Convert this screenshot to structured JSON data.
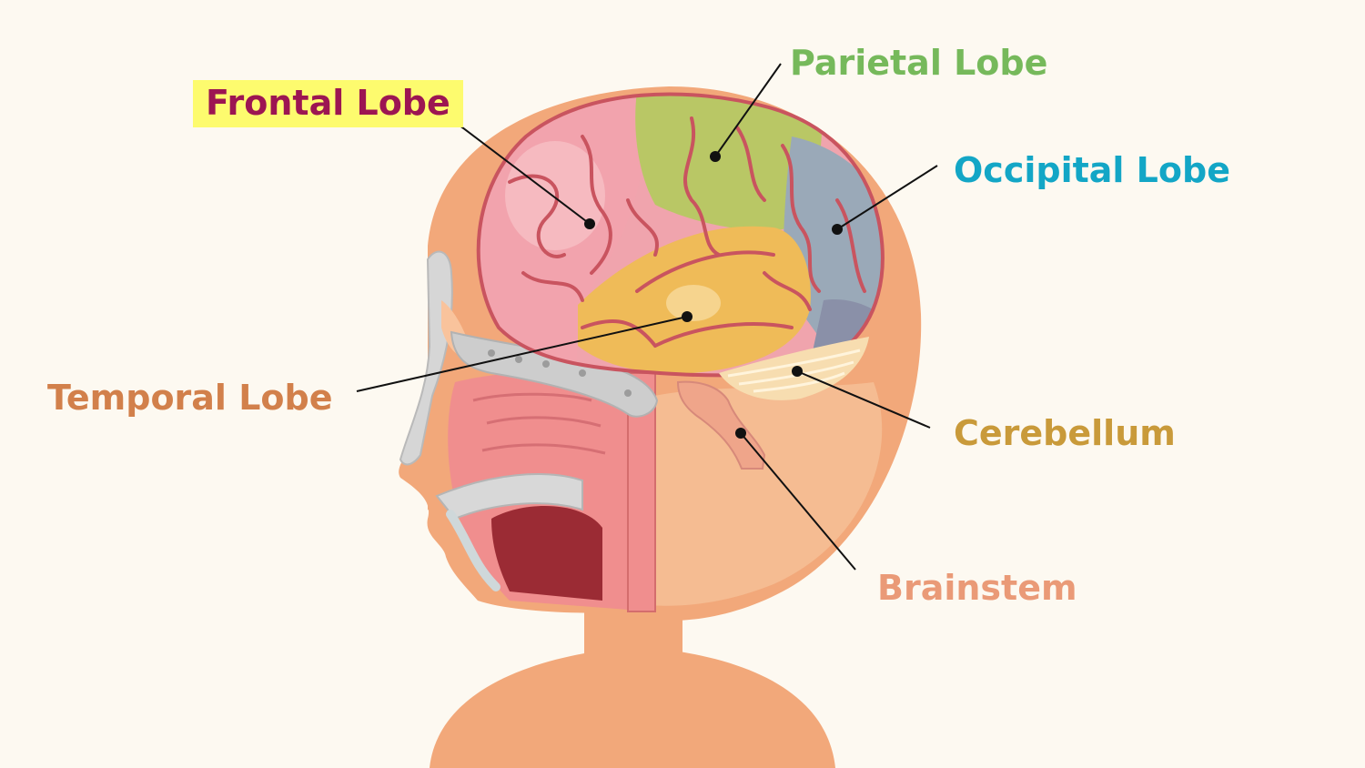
{
  "labels": {
    "frontal": "Frontal Lobe",
    "parietal": "Parietal Lobe",
    "occipital": "Occipital Lobe",
    "temporal": "Temporal Lobe",
    "cerebellum": "Cerebellum",
    "brainstem": "Brainstem"
  },
  "colors": {
    "background": "#fdf9f1",
    "frontal_text": "#9c1552",
    "frontal_highlight": "#fdfb6e",
    "parietal_text": "#76b95b",
    "occipital_text": "#13a6c6",
    "temporal_text": "#d2804b",
    "cerebellum_text": "#c99a3a",
    "brainstem_text": "#ea9a77",
    "frontal_region": "#f0a4ad",
    "parietal_region": "#b9c765",
    "occipital_region": "#9aa9b8",
    "temporal_region": "#efbb58",
    "skin": "#f2a87a"
  }
}
